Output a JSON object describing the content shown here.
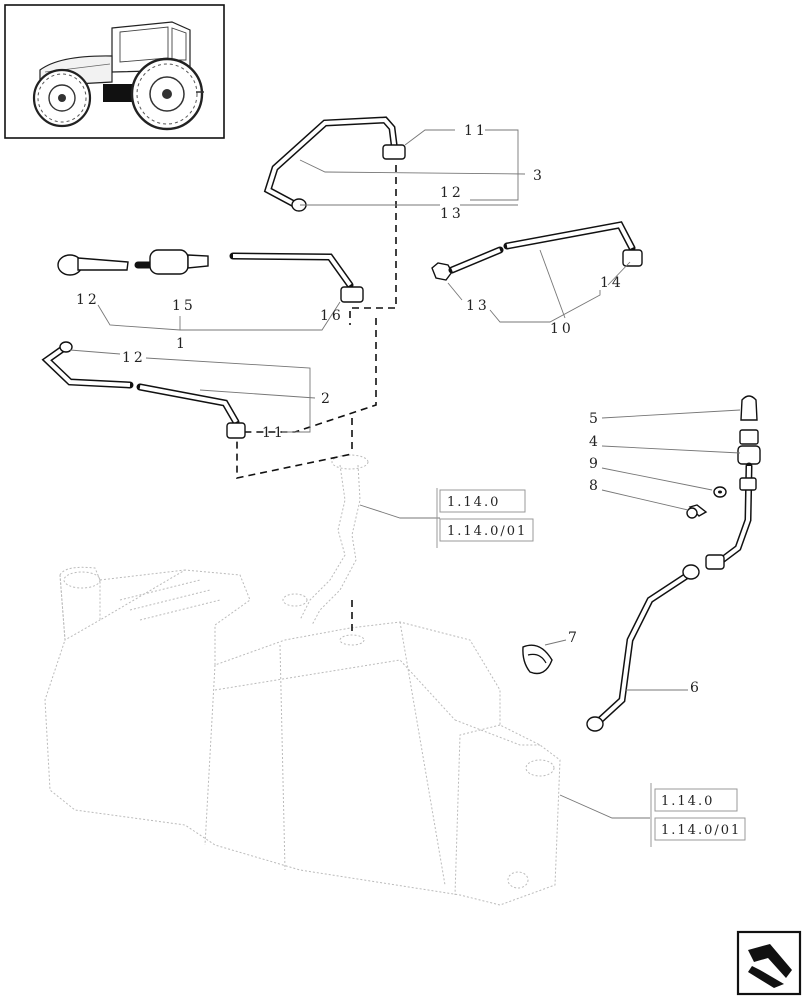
{
  "callouts": {
    "c11a": "11",
    "c3": "3",
    "c12a": "12",
    "c13a": "13",
    "c12b": "12",
    "c15": "15",
    "c16": "16",
    "c1": "1",
    "c13b": "13",
    "c14": "14",
    "c10": "10",
    "c12c": "12",
    "c2": "2",
    "c11b": "11",
    "c5": "5",
    "c4": "4",
    "c9": "9",
    "c8": "8",
    "c7": "7",
    "c6": "6"
  },
  "references": {
    "upper": [
      "1.14.0",
      "1.14.0/01"
    ],
    "lower": [
      "1.14.0",
      "1.14.0/01"
    ]
  },
  "icons": {
    "thumbnail": "tractor-thumbnail-icon",
    "navigation": "next-page-arrow-icon"
  }
}
